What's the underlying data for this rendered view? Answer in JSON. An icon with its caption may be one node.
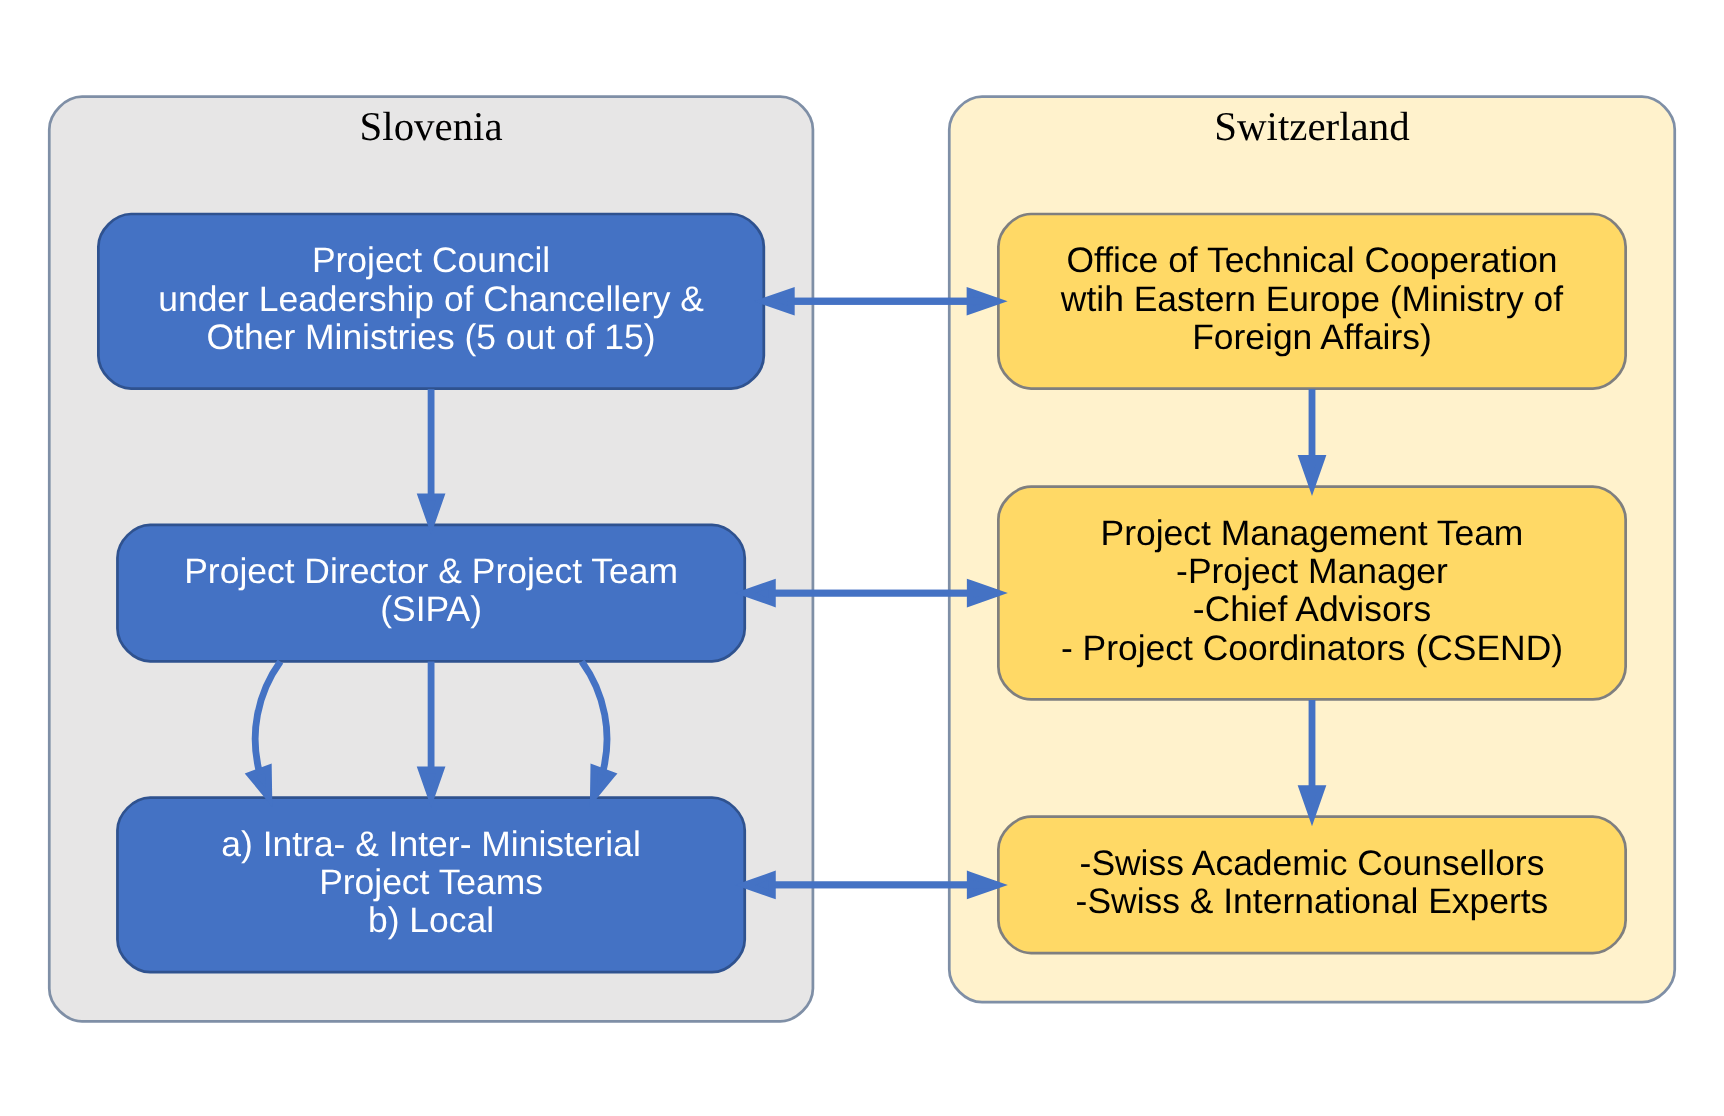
{
  "diagram": {
    "nodes": [
      {
        "text": [
          "Slovenia"
        ]
      },
      {
        "text": [
          "Project Council",
          "under Leadership of Chancellery & Other Ministries (5 out of 15)"
        ],
        "in": 0
      },
      {
        "text": [
          "Project Director & Project Team (SIPA)"
        ],
        "in": 0
      },
      {
        "text": [
          "a) Intra- & Inter- Ministerial Project Teams",
          "b) Local"
        ],
        "in": 0
      },
      {
        "text": [
          "Switzerland"
        ]
      },
      {
        "text": [
          "Office of Technical Cooperation wtih Eastern Europe (Ministry of Foreign Affairs)"
        ],
        "in": 4
      },
      {
        "text": [
          "Project Management Team",
          "-Project Manager",
          "-Chief Advisors",
          "- Project Coordinators (CSEND)"
        ],
        "in": 4
      },
      {
        "text": [
          "-Swiss Academic Counsellors",
          "-Swiss & International Experts"
        ],
        "in": 4
      }
    ],
    "edges": [
      {
        "from": 1,
        "to": 2,
        "arrow": "to"
      },
      {
        "from": 2,
        "to": 3,
        "arrow": "to"
      },
      {
        "from": 2,
        "to": 3,
        "arrow": "to"
      },
      {
        "from": 2,
        "to": 3,
        "arrow": "to"
      },
      {
        "from": 1,
        "to": 5,
        "arrow": "to"
      },
      {
        "from": 5,
        "to": 1,
        "arrow": "to"
      },
      {
        "from": 2,
        "to": 6,
        "arrow": "to"
      },
      {
        "from": 6,
        "to": 2,
        "arrow": "to"
      },
      {
        "from": 3,
        "to": 7,
        "arrow": "to"
      },
      {
        "from": 7,
        "to": 3,
        "arrow": "to"
      },
      {
        "from": 5,
        "to": 6,
        "arrow": "to"
      },
      {
        "from": 6,
        "to": 7,
        "arrow": "to"
      }
    ]
  }
}
